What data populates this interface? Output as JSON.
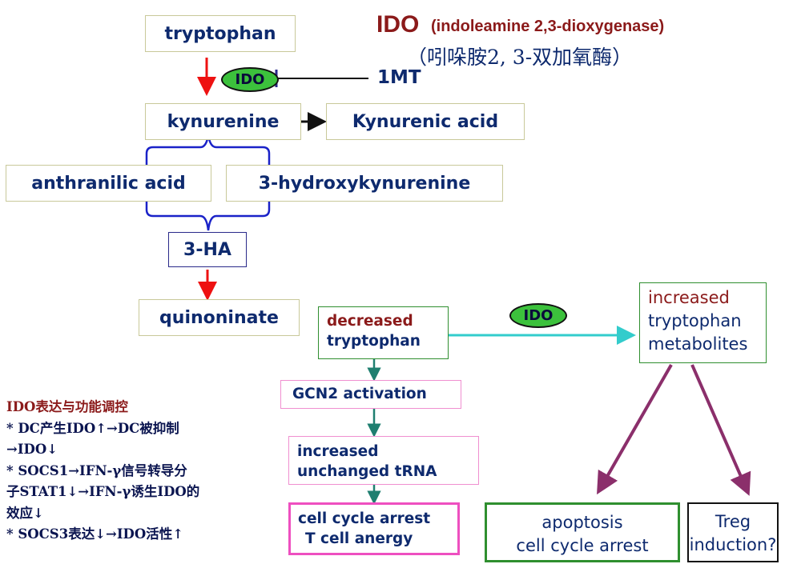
{
  "pathway": {
    "tryptophan": "tryptophan",
    "ido_label": "IDO",
    "inhibitor": "1MT",
    "kynurenine": "kynurenine",
    "kynurenic_acid": "Kynurenic acid",
    "anthranilic_acid": "anthranilic acid",
    "hydroxykynurenine": "3-hydroxykynurenine",
    "ha": "3-HA",
    "quinoninate": "quinoninate"
  },
  "title": {
    "abbr": "IDO",
    "full_name": "(indoleamine 2,3-dioxygenase)",
    "chinese": "（吲哚胺2, 3-双加氧酶）"
  },
  "effects": {
    "decreased_line1": "decreased",
    "decreased_line2": "tryptophan",
    "ido_label": "IDO",
    "metabolites_line1": "increased",
    "metabolites_line2": "tryptophan",
    "metabolites_line3": "metabolites",
    "gcn2": "GCN2 activation",
    "trna_line1": "increased",
    "trna_line2": "unchanged tRNA",
    "arrest_line1": "cell cycle arrest",
    "arrest_line2": "T cell anergy",
    "apoptosis_line1": "apoptosis",
    "apoptosis_line2": "cell cycle arrest",
    "treg_line1": "Treg",
    "treg_line2": "induction?"
  },
  "notes": {
    "heading": "IDO表达与功能调控",
    "line1": "* DC产生IDO↑→DC被抑制",
    "line2": "→IDO↓",
    "line3": "* SOCS1→IFN-γ信号转导分",
    "line4": "子STAT1↓→IFN-γ诱生IDO的",
    "line5": "效应↓",
    "line6": "* SOCS3表达↓→IDO活性↑"
  },
  "colors": {
    "dark_red": "#8b1a1a",
    "navy": "#0e2a6e",
    "red_arrow": "#ee1111",
    "cyan_arrow": "#33cccc",
    "teal_arrow": "#1f7f70",
    "purple_arrow": "#8b2f6b",
    "ido_green": "#3cc13c"
  }
}
